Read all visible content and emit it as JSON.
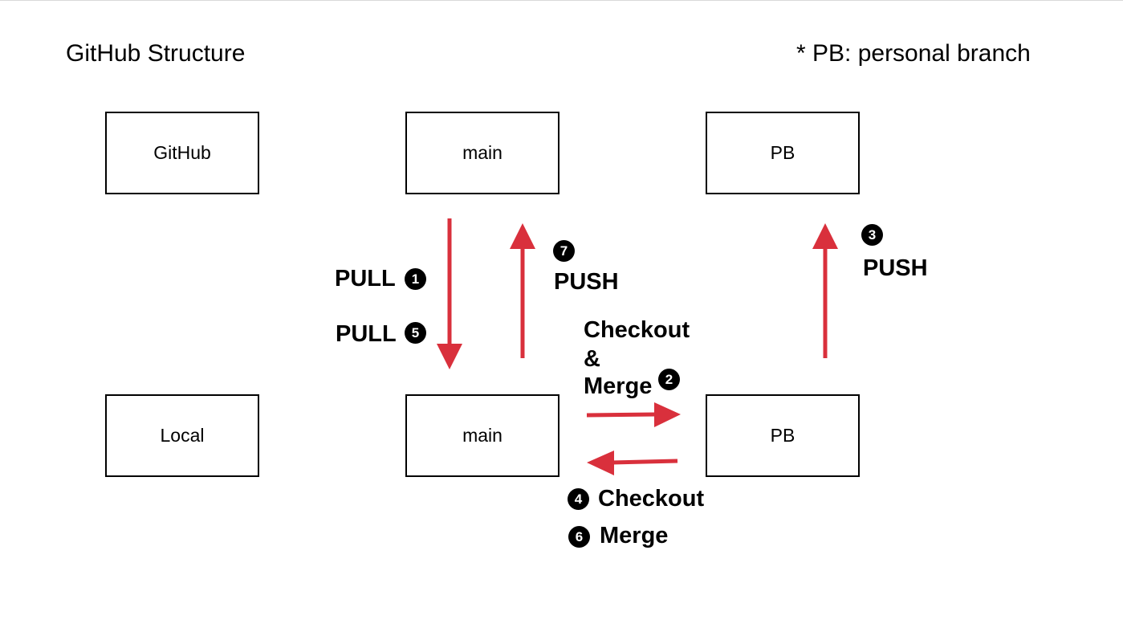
{
  "title": "GitHub Structure",
  "note": "* PB: personal branch",
  "rows": {
    "remote": "GitHub",
    "local": "Local"
  },
  "boxes": {
    "remote_main": "main",
    "remote_pb": "PB",
    "local_main": "main",
    "local_pb": "PB"
  },
  "steps": {
    "s1": {
      "label": "PULL",
      "num": "1"
    },
    "s5": {
      "label": "PULL",
      "num": "5"
    },
    "s7": {
      "label": "PUSH",
      "num": "7"
    },
    "s3": {
      "label": "PUSH",
      "num": "3"
    },
    "s2": {
      "line1": "Checkout",
      "line2": "&",
      "line3": "Merge",
      "num": "2"
    },
    "s4": {
      "label": "Checkout",
      "num": "4"
    },
    "s6": {
      "label": "Merge",
      "num": "6"
    }
  },
  "colors": {
    "arrow": "#d9303c",
    "box_border": "#000000",
    "badge_bg": "#000000",
    "badge_fg": "#ffffff"
  }
}
